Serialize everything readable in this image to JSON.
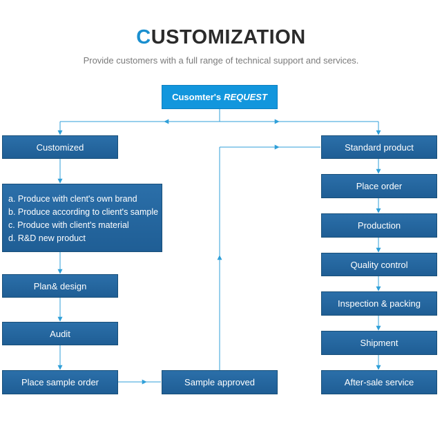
{
  "header": {
    "title_first_letter": "C",
    "title_rest": "USTOMIZATION",
    "subtitle": "Provide customers with a full range of technical support and services."
  },
  "request": {
    "label_plain": "Cusomter's",
    "label_italic": "REQUEST"
  },
  "left_flow": {
    "customized": "Customized",
    "options": [
      "a. Produce with clent's own brand",
      "b. Produce according to client's sample",
      "c. Produce with client's material",
      "d. R&D new product"
    ],
    "plan_design": "Plan& design",
    "audit": "Audit",
    "place_sample_order": "Place sample order"
  },
  "middle_flow": {
    "sample_approved": "Sample approved"
  },
  "right_flow": {
    "steps": [
      "Standard product",
      "Place order",
      "Production",
      "Quality control",
      "Inspection & packing",
      "Shipment",
      "After-sale service"
    ]
  },
  "colors": {
    "box_fill": "#2366a0",
    "request_fill": "#1296dd",
    "line": "#2f9fd8",
    "accent": "#1a8fcf"
  }
}
